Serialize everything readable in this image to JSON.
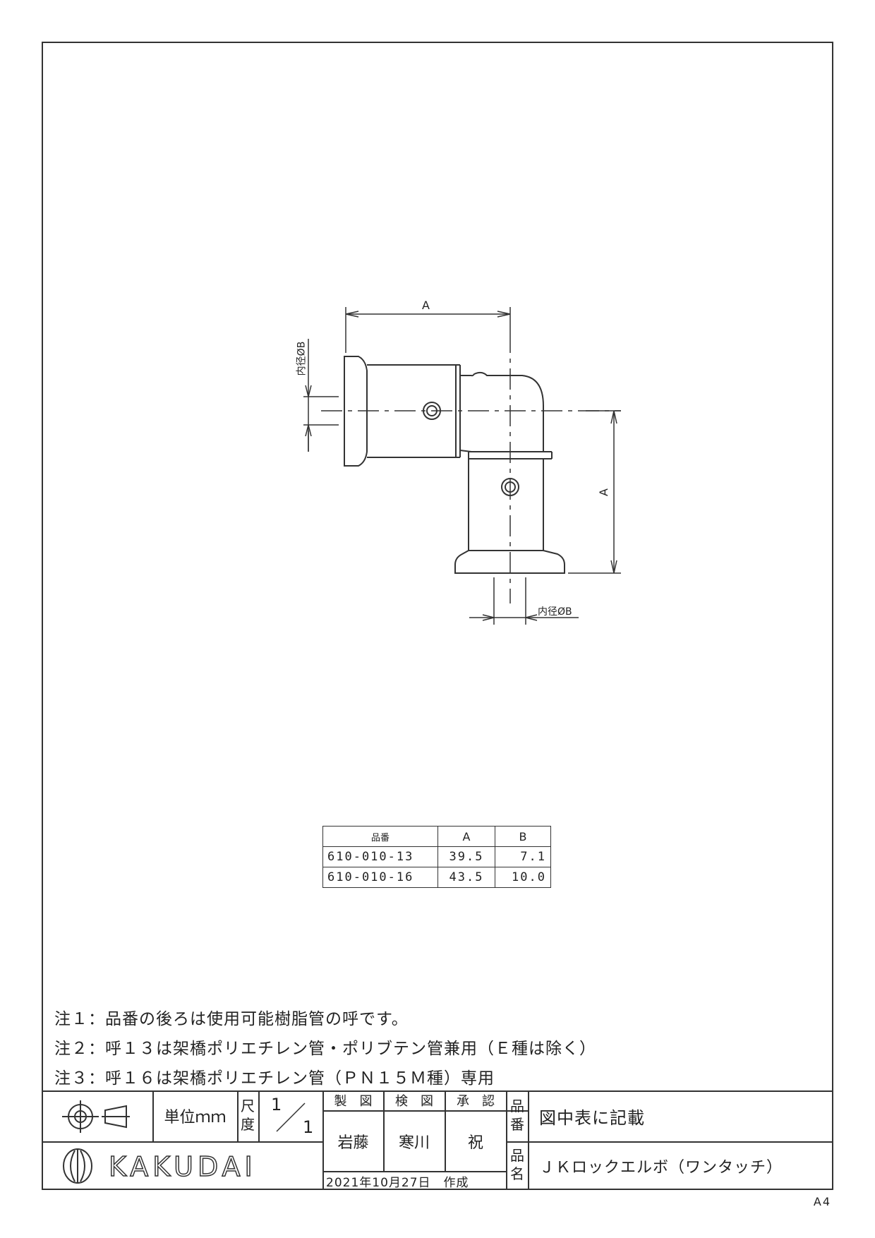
{
  "drawing": {
    "dim_a_top": "A",
    "dim_a_right": "A",
    "dim_b_left": "内径ØB",
    "dim_b_bottom": "内径ØB"
  },
  "spec_table": {
    "headers": [
      "品番",
      "A",
      "B"
    ],
    "rows": [
      [
        "610-010-13",
        "39.5",
        "7.1"
      ],
      [
        "610-010-16",
        "43.5",
        "10.0"
      ]
    ]
  },
  "notes": [
    "注１：品番の後ろは使用可能樹脂管の呼です。",
    "注２：呼１３は架橋ポリエチレン管・ポリブテン管兼用（Ｅ種は除く）",
    "注３：呼１６は架橋ポリエチレン管（ＰＮ１５Ｍ種）専用"
  ],
  "title_block": {
    "unit_label": "単位ｍｍ",
    "scale_label_top": "尺",
    "scale_label_bottom": "度",
    "scale_num": "1",
    "scale_den": "1",
    "drawn_label": "製　図",
    "checked_label": "検　図",
    "approved_label": "承　認",
    "drawn_by": "岩藤",
    "checked_by": "寒川",
    "approved_by": "祝",
    "date": "2021年10月27日　作成",
    "part_no_label_1": "品",
    "part_no_label_2": "番",
    "part_no_value": "図中表に記載",
    "part_name_label_1": "品",
    "part_name_label_2": "名",
    "part_name_value": "ＪＫロックエルボ（ワンタッチ）",
    "company": "KAKUDAI"
  },
  "paper_size": "A4"
}
